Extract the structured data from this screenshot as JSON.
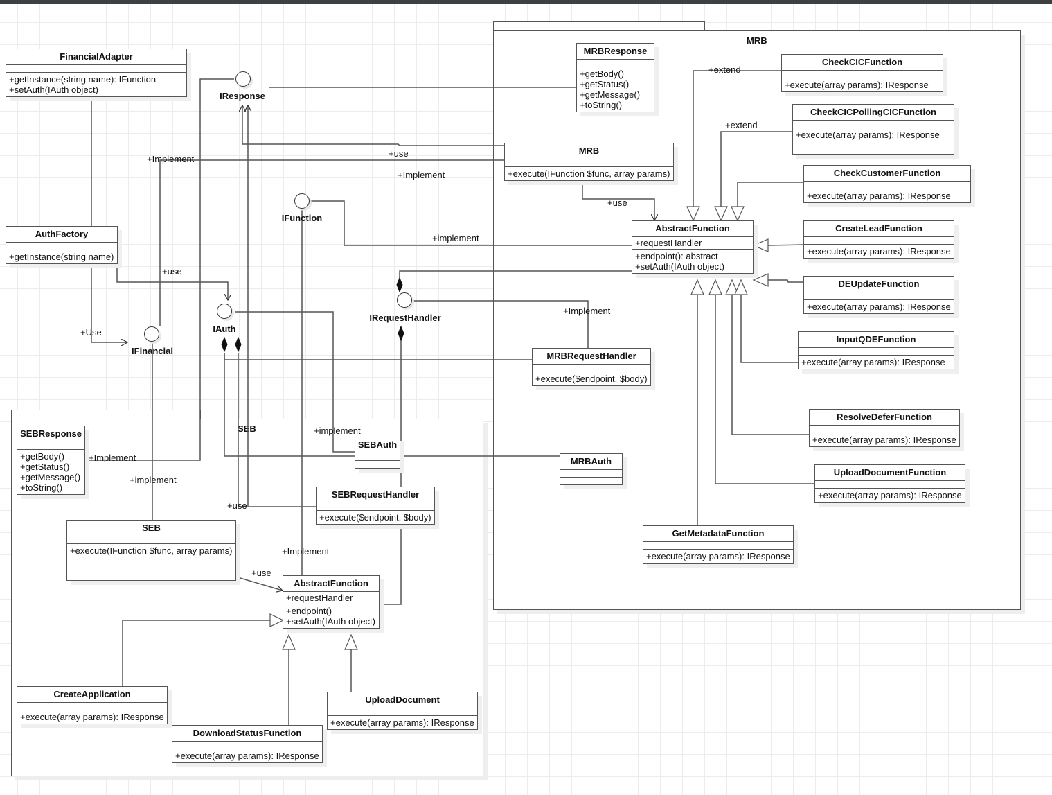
{
  "diagram_title": "Financial Adapter UML Class Diagram",
  "packages": {
    "mrb": {
      "label": "MRB"
    },
    "seb": {
      "label": "SEB"
    }
  },
  "classes": {
    "financial_adapter": {
      "name": "FinancialAdapter",
      "attrs": [],
      "ops": [
        "+getInstance(string name): IFunction",
        "+setAuth(IAuth object)"
      ]
    },
    "auth_factory": {
      "name": "AuthFactory",
      "attrs": [],
      "ops": [
        "+getInstance(string name)"
      ]
    },
    "mrb_response": {
      "name": "MRBResponse",
      "attrs": [],
      "ops": [
        "+getBody()",
        "+getStatus()",
        "+getMessage()",
        "+toString()"
      ]
    },
    "mrb": {
      "name": "MRB",
      "attrs": [],
      "ops": [
        "+execute(IFunction $func, array params)"
      ]
    },
    "mrb_abstract_function": {
      "name": "AbstractFunction",
      "attrs": [
        "+requestHandler"
      ],
      "ops": [
        "+endpoint(): abstract",
        "+setAuth(IAuth object)"
      ]
    },
    "check_cic_function": {
      "name": "CheckCICFunction",
      "attrs": [],
      "ops": [
        "+execute(array params): IResponse"
      ]
    },
    "check_cic_polling_cic_function": {
      "name": "CheckCICPollingCICFunction",
      "attrs": [],
      "ops": [
        "+execute(array params): IResponse"
      ]
    },
    "check_customer_function": {
      "name": "CheckCustomerFunction",
      "attrs": [],
      "ops": [
        "+execute(array params): IResponse"
      ]
    },
    "create_lead_function": {
      "name": "CreateLeadFunction",
      "attrs": [],
      "ops": [
        "+execute(array params): IResponse"
      ]
    },
    "de_update_function": {
      "name": "DEUpdateFunction",
      "attrs": [],
      "ops": [
        "+execute(array params): IResponse"
      ]
    },
    "input_qde_function": {
      "name": "InputQDEFunction",
      "attrs": [],
      "ops": [
        "+execute(array params): IResponse"
      ]
    },
    "resolve_defer_function": {
      "name": "ResolveDeferFunction",
      "attrs": [],
      "ops": [
        "+execute(array params): IResponse"
      ]
    },
    "upload_document_function": {
      "name": "UploadDocumentFunction",
      "attrs": [],
      "ops": [
        "+execute(array params): IResponse"
      ]
    },
    "get_metadata_function": {
      "name": "GetMetadataFunction",
      "attrs": [],
      "ops": [
        "+execute(array params): IResponse"
      ]
    },
    "mrb_request_handler": {
      "name": "MRBRequestHandler",
      "attrs": [],
      "ops": [
        "+execute($endpoint, $body)"
      ]
    },
    "mrb_auth": {
      "name": "MRBAuth",
      "attrs": [],
      "ops": []
    },
    "seb_response": {
      "name": "SEBResponse",
      "attrs": [],
      "ops": [
        "+getBody()",
        "+getStatus()",
        "+getMessage()",
        "+toString()"
      ]
    },
    "seb_auth": {
      "name": "SEBAuth",
      "attrs": [],
      "ops": []
    },
    "seb_request_handler": {
      "name": "SEBRequestHandler",
      "attrs": [],
      "ops": [
        "+execute($endpoint, $body)"
      ]
    },
    "seb": {
      "name": "SEB",
      "attrs": [],
      "ops": [
        "+execute(IFunction $func, array params)"
      ]
    },
    "seb_abstract_function": {
      "name": "AbstractFunction",
      "attrs": [
        "+requestHandler"
      ],
      "ops": [
        "+endpoint()",
        "+setAuth(IAuth object)"
      ]
    },
    "create_application": {
      "name": "CreateApplication",
      "attrs": [],
      "ops": [
        "+execute(array params): IResponse"
      ]
    },
    "download_status_function": {
      "name": "DownloadStatusFunction",
      "attrs": [],
      "ops": [
        "+execute(array params): IResponse"
      ]
    },
    "upload_document": {
      "name": "UploadDocument",
      "attrs": [],
      "ops": [
        "+execute(array params): IResponse"
      ]
    }
  },
  "interfaces": {
    "iresponse": "IResponse",
    "ifunction": "IFunction",
    "ifinancial": "IFinancial",
    "iauth": "IAuth",
    "irequest_handler": "IRequestHandler"
  },
  "relation_labels": {
    "implement_ifinancial": "+Implement",
    "use_mrb_iresponse": "+use",
    "implement_mrb_ifinancial": "+Implement",
    "use_authfactory": "+use",
    "use_financial_adapter": "+Use",
    "implement_ifunction": "+implement",
    "use_mrb_abstract": "+use",
    "extend_checkcic": "+extend",
    "extend_polling": "+extend",
    "implement_mrb_request_handler": "+Implement",
    "implement_seb_response": "+Implement",
    "implement_seb": "+implement",
    "implement_seb_auth": "+implement",
    "use_seb_request_handler": "+use",
    "implement_seb_abstract": "+Implement",
    "use_seb_abstract": "+use"
  }
}
